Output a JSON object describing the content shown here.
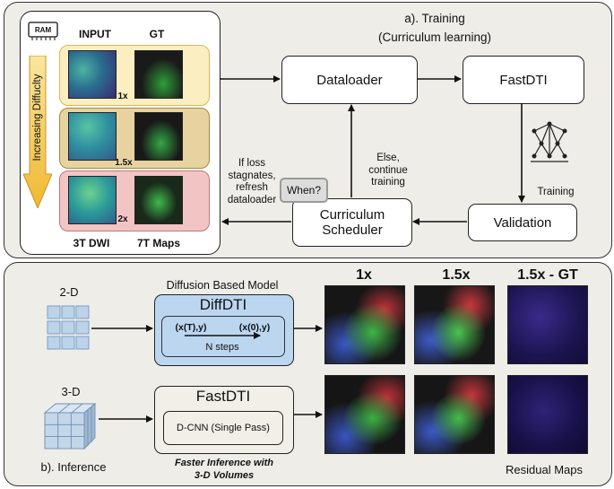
{
  "training": {
    "title_line1": "a). Training",
    "title_line2": "(Curriculum learning)",
    "ram_label": "RAM",
    "input_header": "INPUT",
    "gt_header": "GT",
    "scale_labels": [
      "1x",
      "1.5x",
      "2x"
    ],
    "difficulty_label": "Increasing Diffuclty",
    "dwi_label": "3T DWI",
    "maps_label": "7T Maps",
    "dataloader": "Dataloader",
    "fastdti": "FastDTI",
    "training_label": "Training",
    "validation": "Validation",
    "scheduler_line1": "Curriculum",
    "scheduler_line2": "Scheduler",
    "when_label": "When?",
    "else_text": [
      "Else,",
      "continue",
      "training"
    ],
    "loss_text": [
      "If loss",
      "stagnates,",
      "refresh",
      "dataloader"
    ]
  },
  "inference": {
    "label": "b). Inference",
    "two_d": "2-D",
    "three_d": "3-D",
    "diffusion_caption": "Diffusion Based Model",
    "diffdti": "DiffDTI",
    "xt": "(x(T),y)",
    "x0": "(x(0),y)",
    "n_steps": "N steps",
    "fastdti": "FastDTI",
    "dcnn": "D-CNN (Single Pass)",
    "faster_line1": "Faster Inference with",
    "faster_line2": "3-D Volumes",
    "col_headers": [
      "1x",
      "1.5x",
      "1.5x - GT"
    ],
    "residual_label": "Residual Maps"
  },
  "colors": {
    "panel_bg": "#efede8",
    "row1": "#fbeec0",
    "row2": "#e8d3a0",
    "row3": "#f3c4c4",
    "diffdti_box": "#bcd6f0",
    "arrow_gradient_top": "#f9e6a0",
    "arrow_gradient_bottom": "#f0b830"
  }
}
